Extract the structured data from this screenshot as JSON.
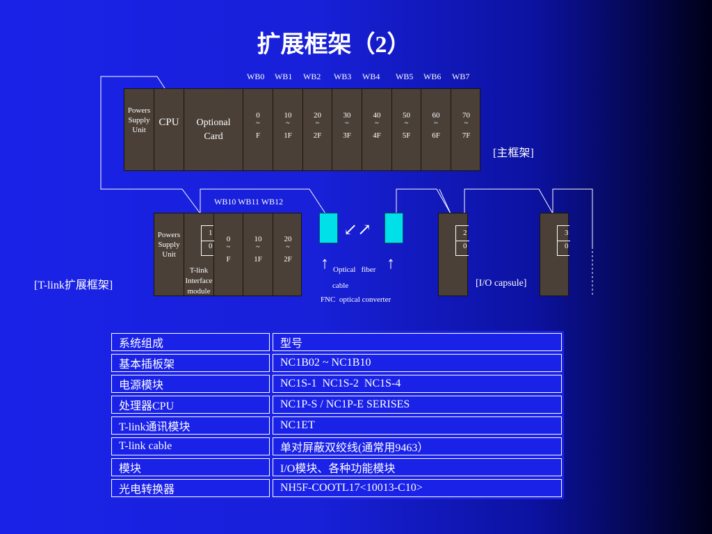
{
  "title": "扩展框架（2）",
  "main_rack": {
    "wb_labels": [
      "WB0",
      "WB1",
      "WB2",
      "WB3",
      "WB4",
      "WB5",
      "WB6",
      "WB7"
    ],
    "power": [
      "Powers",
      "Supply",
      "Unit"
    ],
    "cpu": "CPU",
    "optional": [
      "Optional",
      "Card"
    ],
    "slots": [
      {
        "top": "0",
        "mid": "~",
        "bot": "F"
      },
      {
        "top": "10",
        "mid": "~",
        "bot": "1F"
      },
      {
        "top": "20",
        "mid": "~",
        "bot": "2F"
      },
      {
        "top": "30",
        "mid": "~",
        "bot": "3F"
      },
      {
        "top": "40",
        "mid": "~",
        "bot": "4F"
      },
      {
        "top": "50",
        "mid": "~",
        "bot": "5F"
      },
      {
        "top": "60",
        "mid": "~",
        "bot": "6F"
      },
      {
        "top": "70",
        "mid": "~",
        "bot": "7F"
      }
    ],
    "label": "[主框架]"
  },
  "tlink_rack": {
    "wb_labels": "WB10  WB11 WB12",
    "power": [
      "Powers",
      "Supply",
      "Unit"
    ],
    "box_top": "1",
    "box_bot": "0",
    "interface": [
      "T-link",
      "Interface",
      "module"
    ],
    "slots": [
      {
        "top": "0",
        "mid": "~",
        "bot": "F"
      },
      {
        "top": "10",
        "mid": "~",
        "bot": "1F"
      },
      {
        "top": "20",
        "mid": "~",
        "bot": "2F"
      }
    ],
    "label": "[T-link扩展框架]"
  },
  "converter": {
    "arrows": "↙↗",
    "up_arrow": "↑",
    "optical_fiber": "Optical   fiber",
    "cable": "cable",
    "fnc": "FNC  optical converter"
  },
  "io_capsules": [
    {
      "top": "2",
      "bot": "0"
    },
    {
      "top": "3",
      "bot": "0"
    }
  ],
  "io_label": "[I/O capsule]",
  "table": {
    "rows": [
      [
        "系统组成",
        "型号"
      ],
      [
        "基本插板架",
        "NC1B02 ~ NC1B10"
      ],
      [
        "电源模块",
        "NC1S-1  NC1S-2  NC1S-4"
      ],
      [
        "处理器CPU",
        "NC1P-S / NC1P-E SERISES"
      ],
      [
        "T-link通讯模块",
        "NC1ET"
      ],
      [
        "T-link cable",
        "单对屏蔽双绞线(通常用9463）"
      ],
      [
        "模块",
        "I/O模块、各种功能模块"
      ],
      [
        "光电转换器",
        "NH5F-COOTL17<10013-C10>"
      ]
    ]
  }
}
